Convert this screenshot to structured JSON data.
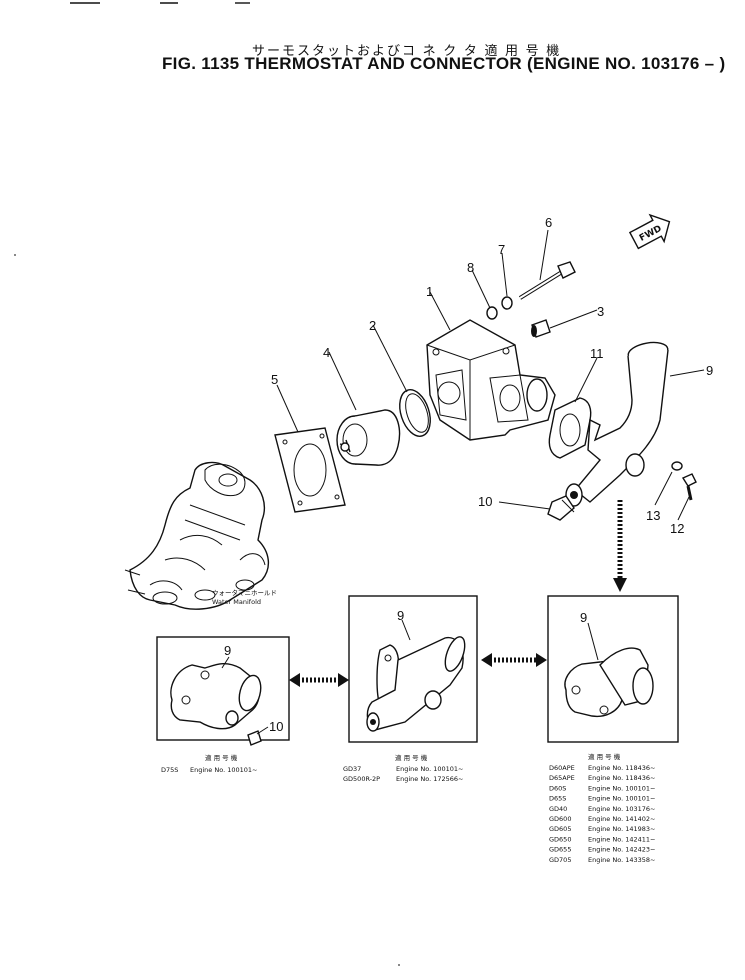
{
  "header": {
    "jp_title": "サーモスタットおよびコ ネ ク タ 適 用 号 機",
    "fig_title": "FIG. 1135 THERMOSTAT AND CONNECTOR (ENGINE NO. 103176 – )"
  },
  "fwd_label": "FWD",
  "callouts": [
    "1",
    "2",
    "3",
    "4",
    "5",
    "6",
    "7",
    "8",
    "9",
    "10",
    "11",
    "12",
    "13"
  ],
  "manifold_label": {
    "jp": "ウォータマニホールド",
    "en": "Water Manifold"
  },
  "boxes": {
    "left": {
      "callouts": [
        "9",
        "10"
      ],
      "header": "適 用 号 機",
      "rows": [
        {
          "model": "D75S",
          "engine": "Engine No. 100101~"
        }
      ]
    },
    "middle": {
      "callouts": [
        "9"
      ],
      "header": "適 用 号 機",
      "rows": [
        {
          "model": "GD37",
          "engine": "Engine No. 100101~"
        },
        {
          "model": "GD500R-2P",
          "engine": "Engine No. 172566~"
        }
      ]
    },
    "right": {
      "callouts": [
        "9"
      ],
      "header": "適 用 号 機",
      "rows": [
        {
          "model": "D60APE",
          "engine": "Engine No. 118436~"
        },
        {
          "model": "D65APE",
          "engine": "Engine No. 118436~"
        },
        {
          "model": "D60S",
          "engine": "Engine No. 100101~"
        },
        {
          "model": "D65S",
          "engine": "Engine No. 100101~"
        },
        {
          "model": "GD40",
          "engine": "Engine No. 103176~"
        },
        {
          "model": "GD600",
          "engine": "Engine No. 141402~"
        },
        {
          "model": "GD605",
          "engine": "Engine No. 141983~"
        },
        {
          "model": "GD650",
          "engine": "Engine No. 142411~"
        },
        {
          "model": "GD655",
          "engine": "Engine No. 142423~"
        },
        {
          "model": "GD705",
          "engine": "Engine No. 143358~"
        }
      ]
    }
  }
}
